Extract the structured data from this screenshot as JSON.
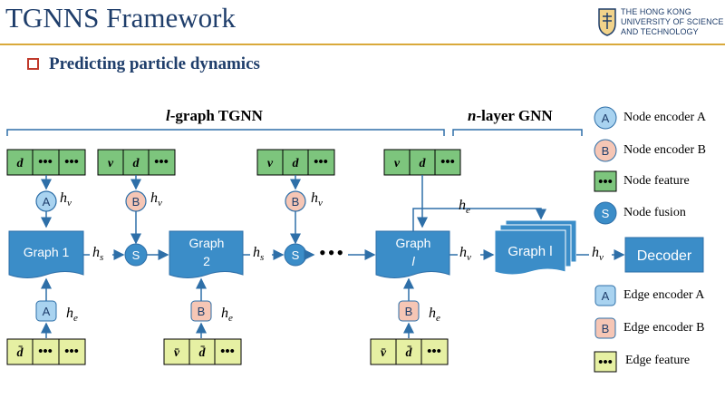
{
  "slide": {
    "title": "TGNNS Framework",
    "subtitle": "Predicting particle dynamics",
    "logo_lines": [
      "THE HONG KONG",
      "UNIVERSITY OF SCIENCE",
      "AND TECHNOLOGY"
    ]
  },
  "diagram": {
    "section_left": "l-graph TGNN",
    "section_right": "n-layer GNN",
    "node_feature_rows": [
      [
        "d",
        "•••",
        "•••"
      ],
      [
        "v",
        "d",
        "•••"
      ],
      [
        "v",
        "d",
        "•••"
      ],
      [
        "v",
        "d",
        "•••"
      ]
    ],
    "edge_feature_rows": [
      [
        "d̄",
        "•••",
        "•••"
      ],
      [
        "v̄",
        "d̄",
        "•••"
      ],
      [
        "v̄",
        "d̄",
        "•••"
      ]
    ],
    "graphs": [
      "Graph 1",
      "Graph\n2",
      "Graph\nl",
      "Graph l"
    ],
    "decoder": "Decoder",
    "circle_labels": {
      "node_encoder_a": "A",
      "node_encoder_b": "B",
      "node_fusion": "S",
      "edge_encoder_a": "A",
      "edge_encoder_b": "B"
    },
    "edge_labels": {
      "h_v": "h",
      "h_s": "h",
      "h_e": "h",
      "sub_v": "v",
      "sub_s": "s",
      "sub_e": "e"
    },
    "ellipsis": "•••"
  },
  "legend": [
    {
      "symbol": "A",
      "label": "Node encoder A",
      "kind": "circle-blue"
    },
    {
      "symbol": "B",
      "label": "Node encoder B",
      "kind": "circle-pink"
    },
    {
      "symbol": "•••",
      "label": "Node feature",
      "kind": "square-green"
    },
    {
      "symbol": "S",
      "label": "Node fusion",
      "kind": "circle-darkblue"
    },
    {
      "symbol": "A",
      "label": "Edge encoder A",
      "kind": "square-blue"
    },
    {
      "symbol": "B",
      "label": "Edge encoder B",
      "kind": "square-pink"
    },
    {
      "symbol": "•••",
      "label": "Edge feature",
      "kind": "square-yellow"
    }
  ],
  "colors": {
    "title": "#1f3e6b",
    "rule": "#d9a93b",
    "node_feature": "#7dc57d",
    "edge_feature": "#e6f0a3",
    "graph_box": "#3b8dc8",
    "encoder_a": "#a9d3f0",
    "encoder_b": "#f6c6b5",
    "fusion": "#3b8dc8"
  }
}
